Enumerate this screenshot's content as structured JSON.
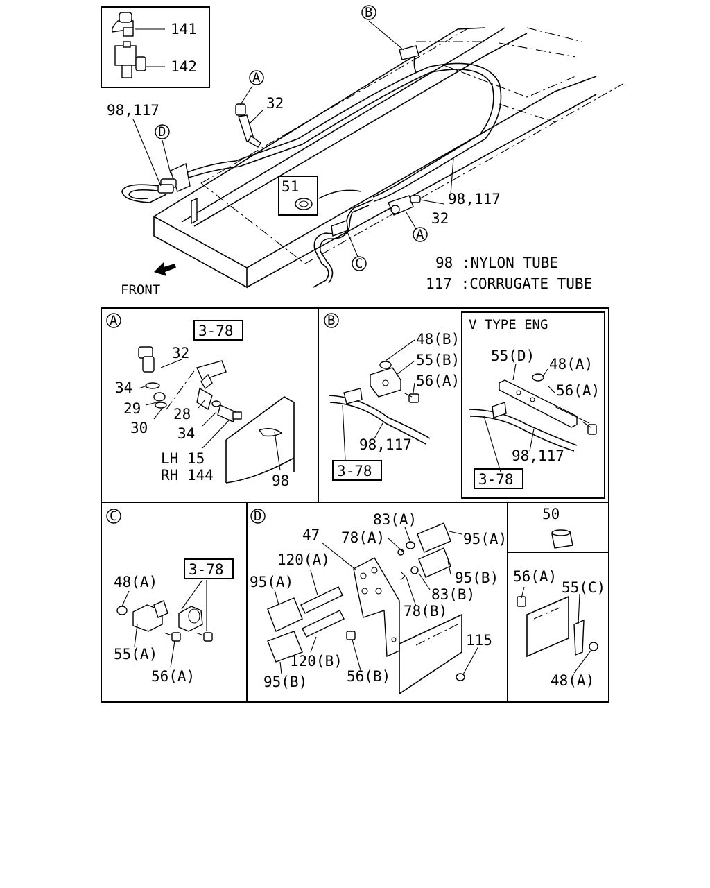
{
  "legend": {
    "l98": "98 :NYLON TUBE",
    "l117": "117 :CORRUGATE TUBE"
  },
  "front": "FRONT",
  "top": {
    "inset_141": "141",
    "inset_142": "142",
    "lbl_98_117_left": "98,117",
    "lbl_98_117_right": "98,117",
    "lbl_32_top": "32",
    "lbl_32_right": "32",
    "lbl_51": "51",
    "call_A1": "A",
    "call_A2": "A",
    "call_B": "B",
    "call_C": "C",
    "call_D": "D"
  },
  "panelA": {
    "key": "A",
    "ref": "3-78",
    "p32": "32",
    "p34a": "34",
    "p29": "29",
    "p30": "30",
    "p28": "28",
    "p34b": "34",
    "lh": "LH 15",
    "rh": "RH 144",
    "p98": "98"
  },
  "panelB": {
    "key": "B",
    "p48": "48(B)",
    "p55": "55(B)",
    "p56": "56(A)",
    "p98_117": "98,117",
    "ref": "3-78"
  },
  "panelV": {
    "title": "V TYPE ENG",
    "p55": "55(D)",
    "p48": "48(A)",
    "p56": "56(A)",
    "p98_117": "98,117",
    "ref": "3-78"
  },
  "panelC": {
    "key": "C",
    "ref": "3-78",
    "p48": "48(A)",
    "p55": "55(A)",
    "p56": "56(A)"
  },
  "panelD": {
    "key": "D",
    "p47": "47",
    "p83a": "83(A)",
    "p78a": "78(A)",
    "p95a_r": "95(A)",
    "p120a": "120(A)",
    "p95a_l": "95(A)",
    "p95b_r": "95(B)",
    "p83b": "83(B)",
    "p78b": "78(B)",
    "p115": "115",
    "p120b": "120(B)",
    "p95b_l": "95(B)",
    "p56b": "56(B)"
  },
  "panel50": {
    "p50": "50"
  },
  "panelE": {
    "p56": "56(A)",
    "p55": "55(C)",
    "p48": "48(A)"
  }
}
